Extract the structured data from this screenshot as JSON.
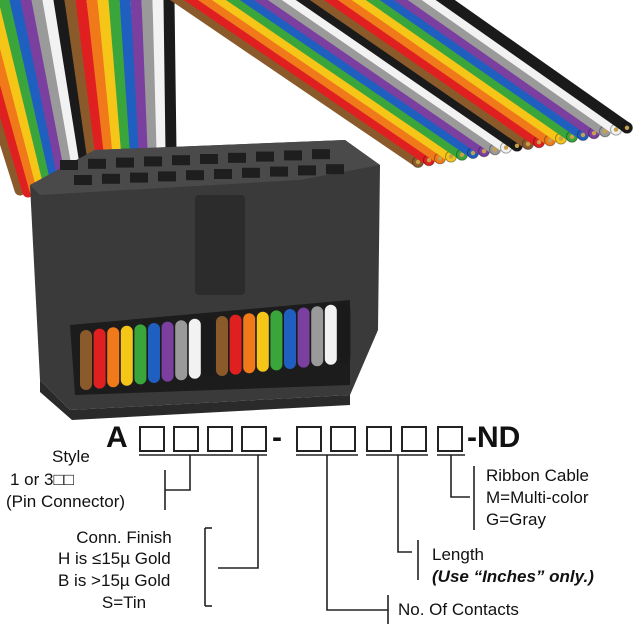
{
  "part_number": {
    "prefix": "A",
    "dash": "-",
    "suffix": "-ND"
  },
  "wire_colors": [
    "#8a5a2b",
    "#e02020",
    "#f07a1a",
    "#f5c518",
    "#3aa53a",
    "#1f5fbf",
    "#7b3fa0",
    "#9a9a9a",
    "#f2f2f2",
    "#1a1a1a"
  ],
  "connector_color": "#3a3a3a",
  "labels": {
    "style": "Style",
    "style_opt": "1 or 3□□",
    "style_desc": "(Pin Connector)",
    "finish_title": "Conn. Finish",
    "finish_h": "H is ≤15µ Gold",
    "finish_b": "B is >15µ Gold",
    "finish_s": "S=Tin",
    "length": "Length",
    "length_note": "(Use “Inches” only.)",
    "contacts": "No. Of Contacts",
    "cable_title": "Ribbon Cable",
    "cable_m": "M=Multi-color",
    "cable_g": "G=Gray"
  }
}
